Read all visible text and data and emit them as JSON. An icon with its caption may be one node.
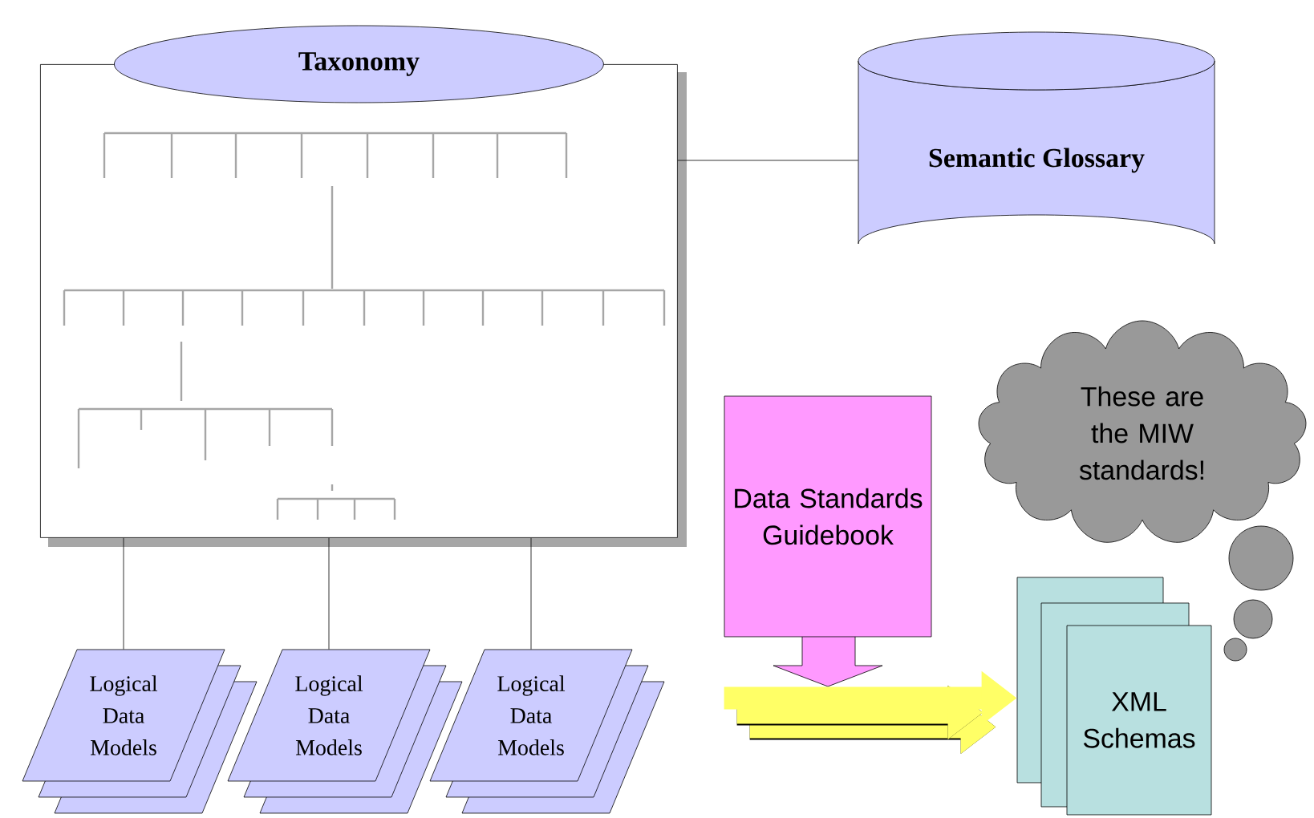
{
  "diagram": {
    "nodes": [
      {
        "text": [
          "Taxonomy"
        ]
      },
      {
        "text": [
          "Semantic Glossary"
        ]
      },
      {
        "text": [
          "Logical Data Models"
        ]
      },
      {
        "text": [
          "Logical Data Models"
        ]
      },
      {
        "text": [
          "Logical Data Models"
        ]
      },
      {
        "text": [
          "Data Standards Guidebook"
        ]
      },
      {
        "text": [
          "These are the MIW standards!"
        ]
      },
      {
        "text": [
          "XML Schemas"
        ]
      }
    ],
    "edges": [
      {
        "from": 0,
        "to": 1,
        "arrow": "none"
      },
      {
        "from": 0,
        "to": 2,
        "arrow": "none"
      },
      {
        "from": 0,
        "to": 3,
        "arrow": "none"
      },
      {
        "from": 0,
        "to": 4,
        "arrow": "none"
      },
      {
        "from": 5,
        "to": 7,
        "arrow": "to",
        "style": "thick",
        "color": "#ffff66"
      }
    ]
  }
}
